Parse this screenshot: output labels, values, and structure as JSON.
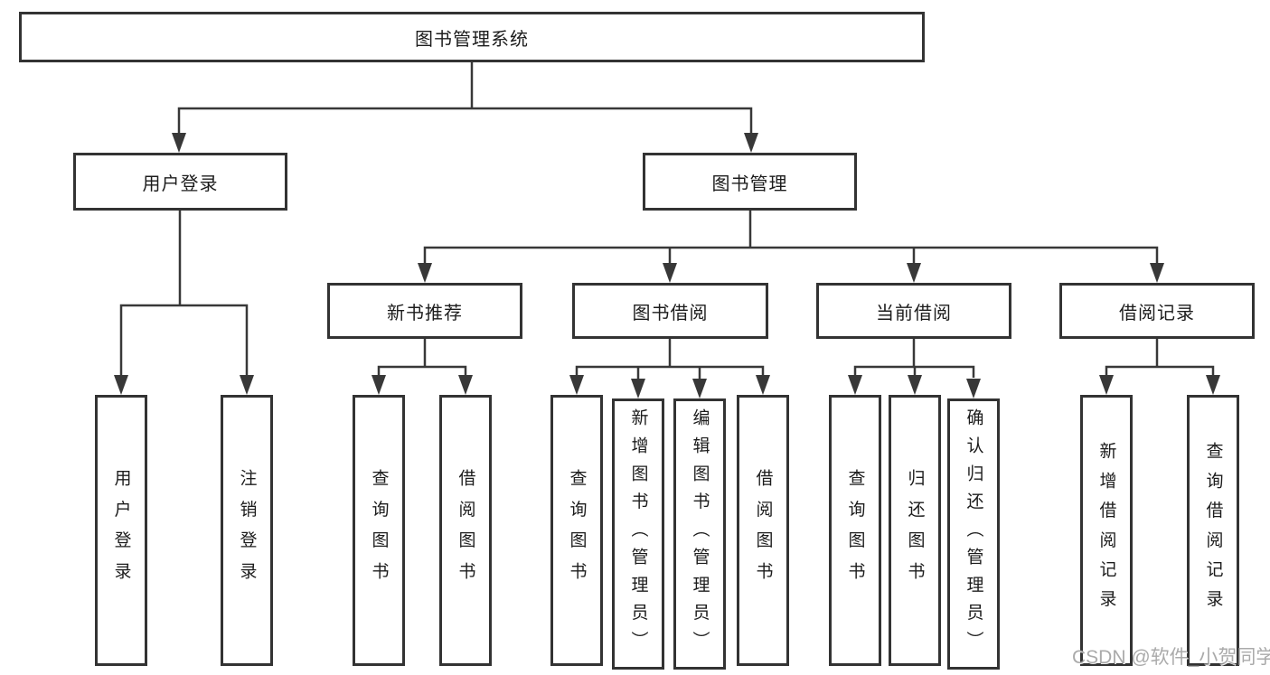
{
  "nodes": {
    "root": {
      "label": "图书管理系统"
    },
    "user_login": {
      "label": "用户登录"
    },
    "book_management": {
      "label": "图书管理"
    },
    "user_login_action": {
      "label": "用户登录"
    },
    "logout_action": {
      "label": "注销登录"
    },
    "new_book_recommend": {
      "label": "新书推荐"
    },
    "book_borrowing": {
      "label": "图书借阅"
    },
    "current_borrowing": {
      "label": "当前借阅"
    },
    "borrowing_records": {
      "label": "借阅记录"
    },
    "recommend_query_books": {
      "label": "查询图书"
    },
    "recommend_borrow_books": {
      "label": "借阅图书"
    },
    "borrowing_query_books": {
      "label": "查询图书"
    },
    "borrowing_add_books": {
      "label": "新增图书（管理员）"
    },
    "borrowing_edit_books": {
      "label": "编辑图书（管理员）"
    },
    "borrowing_borrow_books": {
      "label": "借阅图书"
    },
    "current_query_books": {
      "label": "查询图书"
    },
    "current_return_books": {
      "label": "归还图书"
    },
    "current_confirm_return": {
      "label": "确认归还（管理员）"
    },
    "records_add_record": {
      "label": "新增借阅记录"
    },
    "records_query_record": {
      "label": "查询借阅记录"
    }
  },
  "watermark": {
    "text": "CSDN @软件_小贺同学"
  },
  "colors": {
    "line": "#383838",
    "box_border": "#333333",
    "text": "#1c1c1c",
    "background": "#ffffff",
    "watermark": "#9b9b9b"
  }
}
